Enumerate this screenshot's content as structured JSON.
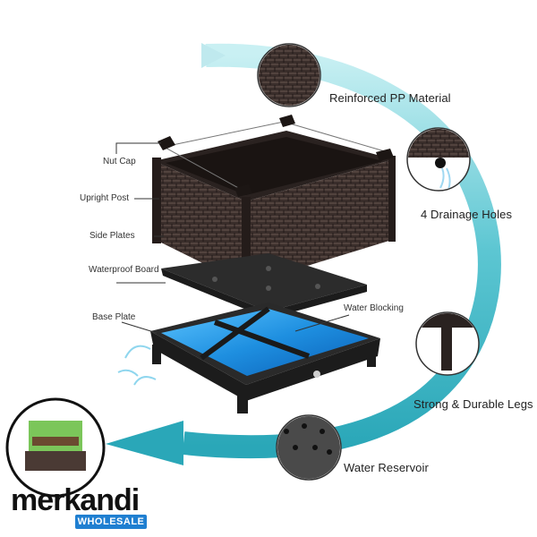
{
  "features": {
    "reinforced": "Reinforced PP Material",
    "drainage": "4 Drainage Holes",
    "legs": "Strong & Durable Legs",
    "reservoir": "Water Reservoir"
  },
  "parts": {
    "nut_cap": "Nut Cap",
    "upright_post": "Upright Post",
    "side_plates": "Side Plates",
    "waterproof_board": "Waterproof Board",
    "base_plate": "Base Plate",
    "water_blocking": "Water Blocking"
  },
  "watermark": {
    "brand": "merkandi",
    "sub": "WHOLESALE"
  },
  "colors": {
    "arrow": "#3bb7c6",
    "wicker": "#3a2e2b",
    "water": "#1e8fe0",
    "brand_blue": "#1f7fd1"
  }
}
